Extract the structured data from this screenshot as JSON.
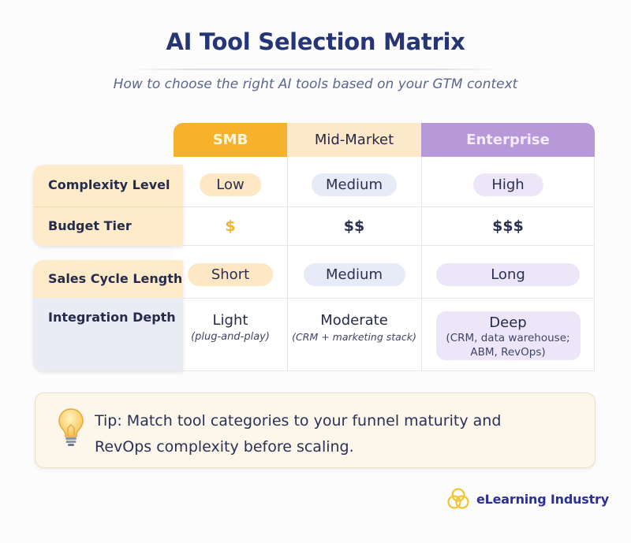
{
  "header": {
    "title": "AI Tool Selection Matrix",
    "subtitle": "How to choose the right AI tools based on your GTM context"
  },
  "columns": [
    {
      "label": "SMB",
      "color": "#f7b22d"
    },
    {
      "label": "Mid-Market",
      "color": "#fde9c9"
    },
    {
      "label": "Enterprise",
      "color": "#b799da"
    }
  ],
  "rows": [
    {
      "label": "Complexity Level",
      "values": [
        "Low",
        "Medium",
        "High"
      ]
    },
    {
      "label": "Budget Tier",
      "values": [
        "$",
        "$$",
        "$$$"
      ]
    },
    {
      "label": "Sales Cycle Length",
      "values": [
        "Short",
        "Medium",
        "Long"
      ]
    },
    {
      "label": "Integration Depth",
      "values": [
        {
          "main": "Light",
          "note": "(plug-and-play)"
        },
        {
          "main": "Moderate",
          "note": "(CRM + marketing stack)"
        },
        {
          "main": "Deep",
          "note_line1": "(CRM, data warehouse;",
          "note_line2": "ABM, RevOps)"
        }
      ]
    }
  ],
  "tip": {
    "icon": "lightbulb-icon",
    "line1": "Tip:  Match tool categories to your funnel maturity and",
    "line2": "RevOps complexity before scaling."
  },
  "brand": {
    "name": "eLearning Industry",
    "logo_color": "#f2c431",
    "text_color": "#2b2f9a"
  },
  "colors": {
    "title": "#253575",
    "smb_accent": "#f7b22d",
    "enterprise_accent": "#b799da"
  }
}
